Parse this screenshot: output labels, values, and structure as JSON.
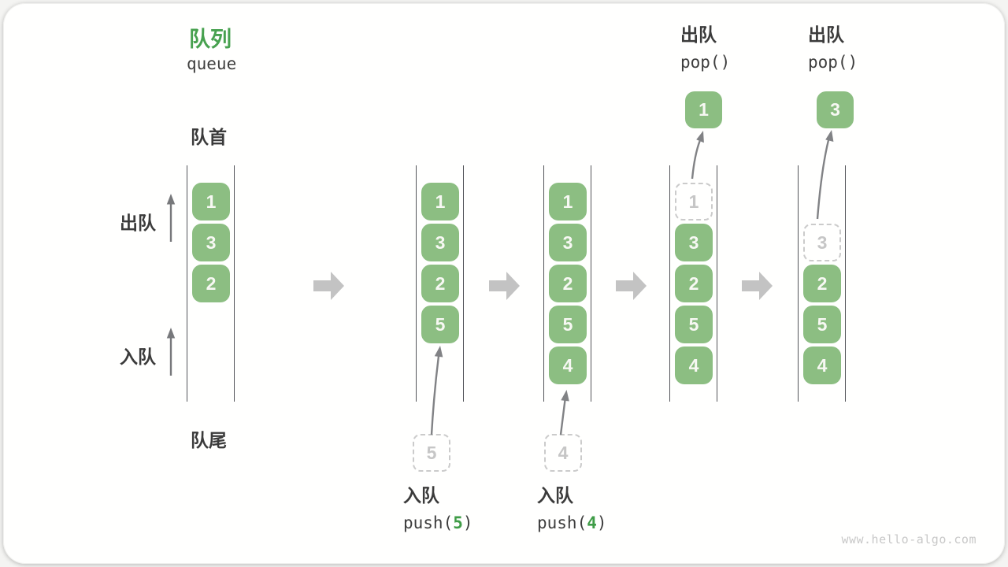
{
  "title": {
    "zh": "队列",
    "en": "queue"
  },
  "side_labels": {
    "front": "队首",
    "rear": "队尾",
    "dequeue": "出队",
    "enqueue": "入队"
  },
  "queues": [
    {
      "items": [
        "1",
        "3",
        "2"
      ]
    },
    {
      "items": [
        "1",
        "3",
        "2",
        "5"
      ],
      "incoming": {
        "value": "5",
        "label_zh": "入队",
        "code_pre": "push(",
        "code_arg": "5",
        "code_post": ")"
      }
    },
    {
      "items": [
        "1",
        "3",
        "2",
        "5",
        "4"
      ],
      "incoming": {
        "value": "4",
        "label_zh": "入队",
        "code_pre": "push(",
        "code_arg": "4",
        "code_post": ")"
      }
    },
    {
      "ghost": "1",
      "items": [
        "3",
        "2",
        "5",
        "4"
      ],
      "outgoing": {
        "value": "1",
        "label_zh": "出队",
        "code": "pop()"
      }
    },
    {
      "ghost": "3",
      "items": [
        "2",
        "5",
        "4"
      ],
      "outgoing": {
        "value": "3",
        "label_zh": "出队",
        "code": "pop()"
      }
    }
  ],
  "watermark": "www.hello-algo.com",
  "colors": {
    "box_green": "#8cbe82",
    "accent_green": "#47a14f",
    "code_arg_green": "#3f9c47",
    "rail_gray": "#54555a",
    "thin_arrow_gray": "#77787b",
    "block_arrow_gray": "#c3c3c3",
    "ghost_gray": "#c6c6c6",
    "text_dark": "#3b3b3b",
    "watermark_gray": "#c8c8c8"
  }
}
